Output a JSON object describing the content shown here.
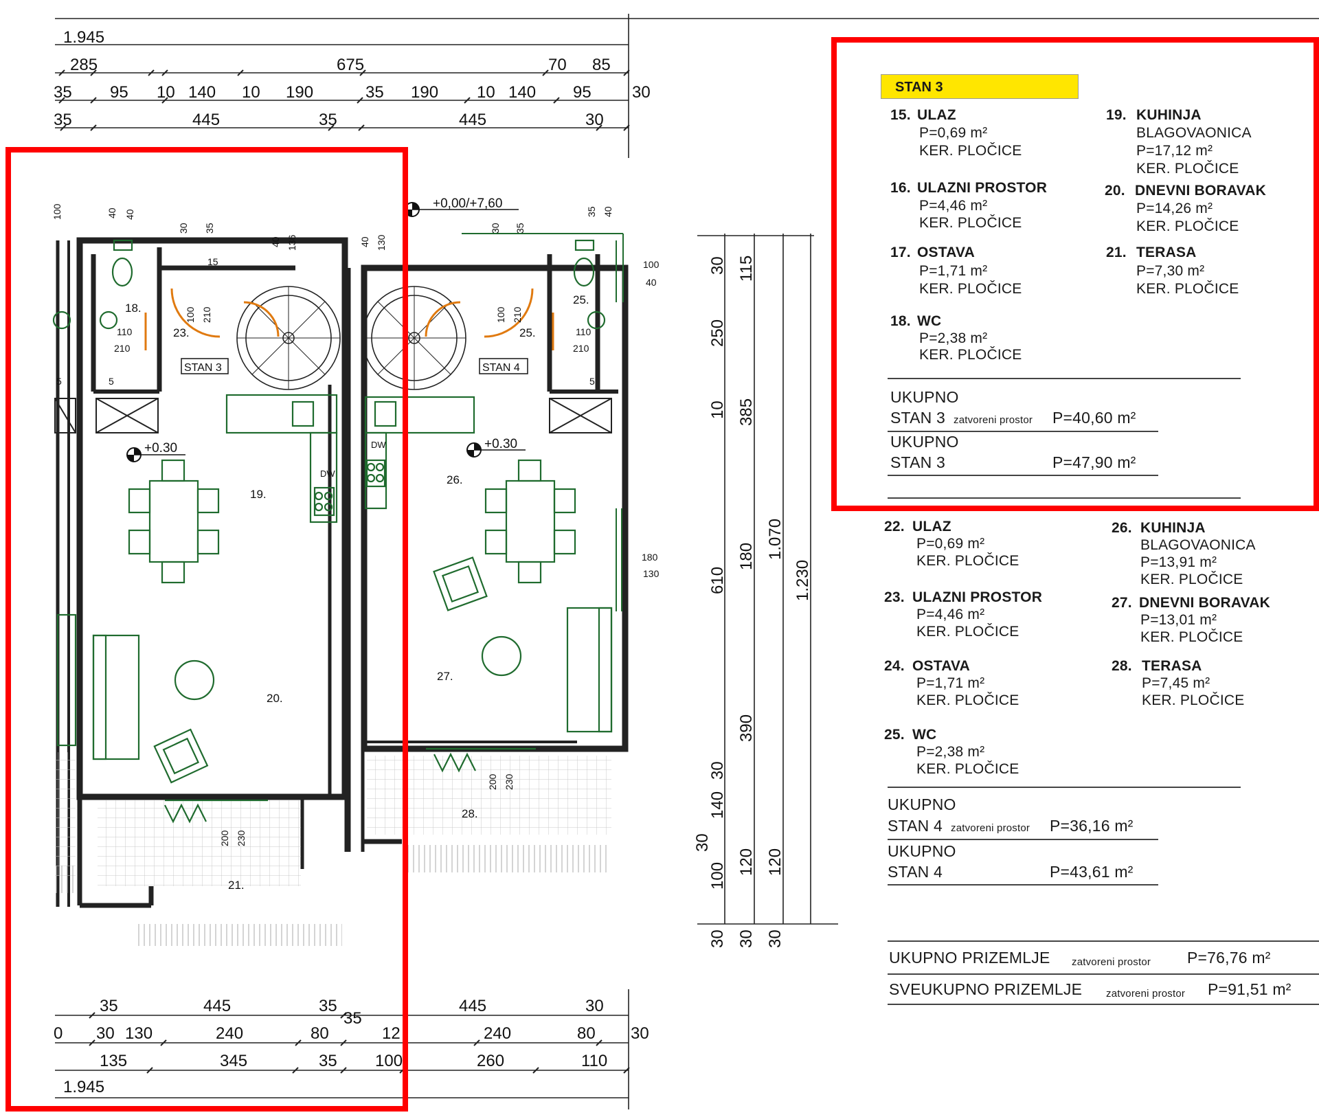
{
  "highlight_label": "STAN 3",
  "apartment_3": {
    "rooms": [
      {
        "num": "15.",
        "name": "ULAZ",
        "area": "P=0,69 m²",
        "finish": "KER. PLOČICE"
      },
      {
        "num": "16.",
        "name": "ULAZNI PROSTOR",
        "area": "P=4,46 m²",
        "finish": "KER. PLOČICE"
      },
      {
        "num": "17.",
        "name": "OSTAVA",
        "area": "P=1,71 m²",
        "finish": "KER. PLOČICE"
      },
      {
        "num": "18.",
        "name": "WC",
        "area": "P=2,38 m²",
        "finish": "KER. PLOČICE"
      },
      {
        "num": "19.",
        "name": "KUHINJA",
        "name2": "BLAGOVAONICA",
        "area": "P=17,12 m²",
        "finish": "KER. PLOČICE"
      },
      {
        "num": "20.",
        "name": "DNEVNI BORAVAK",
        "area": "P=14,26 m²",
        "finish": "KER. PLOČICE"
      },
      {
        "num": "21.",
        "name": "TERASA",
        "area": "P=7,30 m²",
        "finish": "KER. PLOČICE"
      }
    ],
    "total_closed": {
      "l1": "UKUPNO",
      "l2": "STAN 3",
      "sub": "zatvoreni prostor",
      "val": "P=40,60  m²"
    },
    "total": {
      "l1": "UKUPNO",
      "l2": "STAN 3",
      "val": "P=47,90  m²"
    }
  },
  "apartment_4": {
    "rooms": [
      {
        "num": "22.",
        "name": "ULAZ",
        "area": "P=0,69 m²",
        "finish": "KER. PLOČICE"
      },
      {
        "num": "23.",
        "name": "ULAZNI PROSTOR",
        "area": "P=4,46 m²",
        "finish": "KER. PLOČICE"
      },
      {
        "num": "24.",
        "name": "OSTAVA",
        "area": "P=1,71 m²",
        "finish": "KER. PLOČICE"
      },
      {
        "num": "25.",
        "name": "WC",
        "area": "P=2,38 m²",
        "finish": "KER. PLOČICE"
      },
      {
        "num": "26.",
        "name": "KUHINJA",
        "name2": "BLAGOVAONICA",
        "area": "P=13,91 m²",
        "finish": "KER. PLOČICE"
      },
      {
        "num": "27.",
        "name": "DNEVNI BORAVAK",
        "area": "P=13,01 m²",
        "finish": "KER. PLOČICE"
      },
      {
        "num": "28.",
        "name": "TERASA",
        "area": "P=7,45 m²",
        "finish": "KER. PLOČICE"
      }
    ],
    "total_closed": {
      "l1": "UKUPNO",
      "l2": "STAN 4",
      "sub": "zatvoreni prostor",
      "val": "P=36,16  m²"
    },
    "total": {
      "l1": "UKUPNO",
      "l2": "STAN 4",
      "val": "P=43,61  m²"
    }
  },
  "ground_floor_total": {
    "label": "UKUPNO PRIZEMLJE",
    "sub": "zatvoreni prostor",
    "val": "P=76,76  m²"
  },
  "ground_floor_grand_total": {
    "label": "SVEUKUPNO PRIZEMLJE",
    "sub": "zatvoreni prostor",
    "val": "P=91,51  m²"
  },
  "plan": {
    "level_mark": "+0,00/+7,60",
    "floor_level_3": "+0.30",
    "floor_level_4": "+0.30",
    "unit_label_3": "STAN 3",
    "unit_label_4": "STAN 4",
    "room_numbers": [
      "18.",
      "23.",
      "19.",
      "20.",
      "21.",
      "25.",
      "25.",
      "26.",
      "27.",
      "28."
    ],
    "dw": "DW",
    "top_overall": "1.945",
    "bottom_overall": "1.945",
    "dims_top_row1": [
      "285",
      "675",
      "70",
      "85"
    ],
    "dims_top_row2": [
      "35",
      "95",
      "10",
      "140",
      "10",
      "190",
      "35",
      "190",
      "10",
      "140",
      "95",
      "30"
    ],
    "dims_top_row3": [
      "35",
      "445",
      "35",
      "445",
      "30"
    ],
    "dims_bot_row1": [
      "35",
      "445",
      "35",
      "35",
      "445",
      "30"
    ],
    "dims_bot_row2": [
      "0",
      "30",
      "130",
      "240",
      "80",
      "12",
      "240",
      "80",
      "30"
    ],
    "dims_bot_row3": [
      "135",
      "345",
      "35",
      "100",
      "260",
      "110"
    ],
    "dims_right": [
      "30",
      "115",
      "250",
      "10",
      "385",
      "610",
      "180",
      "1.070",
      "1.230",
      "390",
      "30",
      "140",
      "30",
      "100",
      "120",
      "120",
      "30",
      "30",
      "30"
    ],
    "small_dims": [
      "100",
      "40",
      "40",
      "100",
      "30",
      "35",
      "40",
      "136",
      "40",
      "130",
      "35",
      "40",
      "30",
      "35",
      "15",
      "100",
      "210",
      "110",
      "210",
      "5",
      "5",
      "100",
      "210",
      "110",
      "210",
      "5",
      "100",
      "40",
      "180",
      "130",
      "200",
      "230",
      "200",
      "230",
      "100"
    ]
  }
}
